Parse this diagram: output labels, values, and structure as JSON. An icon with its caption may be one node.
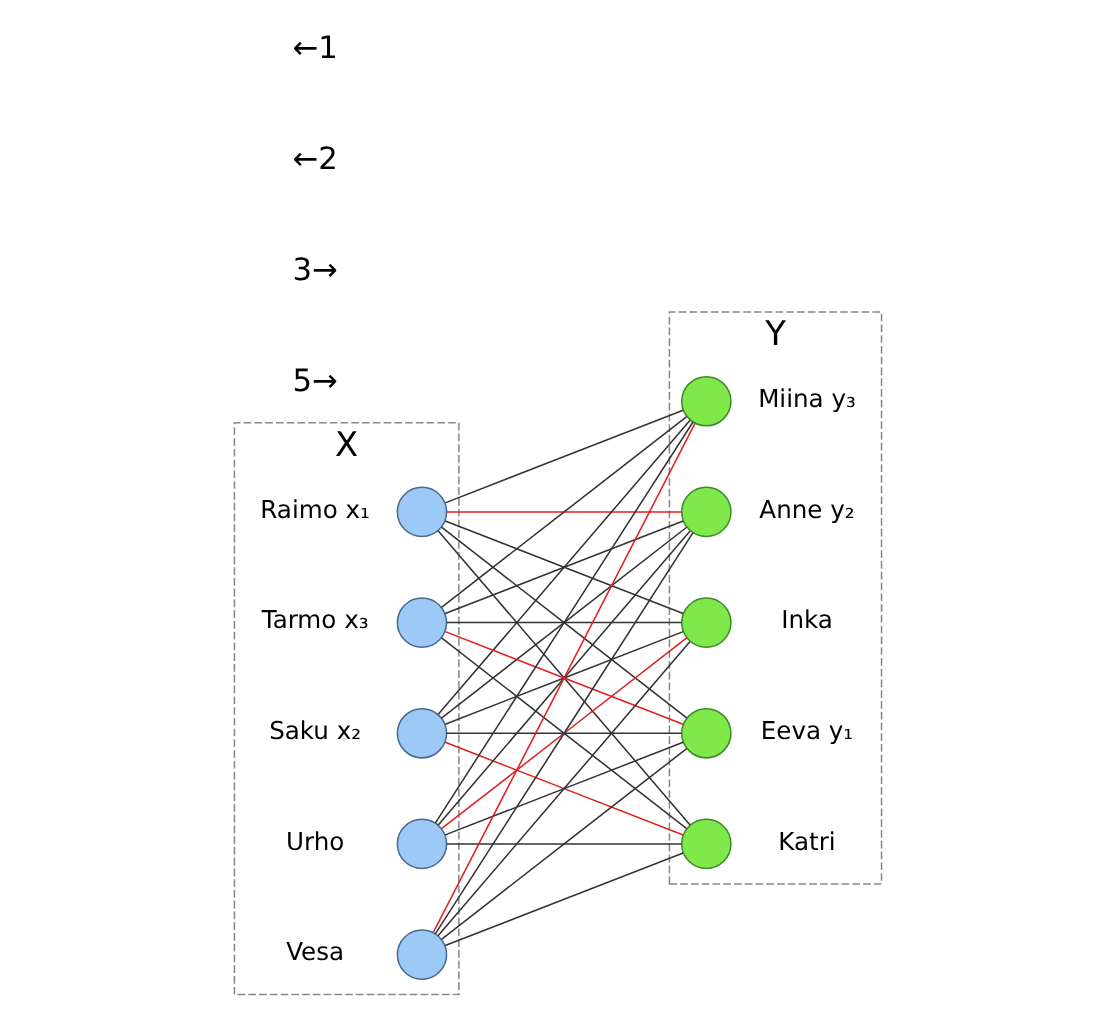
{
  "diagram": {
    "nodes": [
      {
        "text": [
          "X"
        ]
      },
      {
        "text": [],
        "shape": "circle",
        "in": 0,
        "beside": [
          "Raimo",
          "x₁"
        ]
      },
      {
        "text": [],
        "shape": "circle",
        "in": 0,
        "beside": [
          "Saku",
          "x₂"
        ]
      },
      {
        "text": [],
        "shape": "circle",
        "in": 0,
        "beside": [
          "Tarmo",
          "x₃"
        ]
      },
      {
        "text": [],
        "shape": "circle",
        "in": 0,
        "beside": [
          "Urho"
        ]
      },
      {
        "text": [],
        "shape": "circle",
        "in": 0,
        "beside": [
          "Vesa"
        ]
      },
      {
        "text": [
          "Y"
        ]
      },
      {
        "text": [],
        "shape": "circle",
        "in": 6,
        "beside": [
          "Eeva",
          "y₁"
        ]
      },
      {
        "text": [],
        "shape": "circle",
        "in": 6,
        "beside": [
          "Anne",
          "y₂"
        ]
      },
      {
        "text": [],
        "shape": "circle",
        "in": 6,
        "beside": [
          "Miina",
          "y₃"
        ]
      },
      {
        "text": [],
        "shape": "circle",
        "in": 6,
        "beside": [
          "Inka"
        ]
      },
      {
        "text": [],
        "shape": "circle",
        "in": 6,
        "beside": [
          "Katri"
        ]
      }
    ],
    "edges": [
      {
        "from": 1,
        "to": 7,
        "arrow": "none"
      },
      {
        "from": 1,
        "to": 8,
        "arrow": "none",
        "color": "#e02020"
      },
      {
        "from": 1,
        "to": 9,
        "arrow": "none"
      },
      {
        "from": 1,
        "to": 10,
        "arrow": "none"
      },
      {
        "from": 1,
        "to": 11,
        "arrow": "none"
      },
      {
        "from": 2,
        "to": 7,
        "arrow": "none"
      },
      {
        "from": 2,
        "to": 8,
        "arrow": "none"
      },
      {
        "from": 2,
        "to": 9,
        "arrow": "none"
      },
      {
        "from": 2,
        "to": 10,
        "arrow": "none"
      },
      {
        "from": 2,
        "to": 11,
        "arrow": "none",
        "color": "#e02020"
      },
      {
        "from": 3,
        "to": 7,
        "arrow": "none",
        "color": "#e02020"
      },
      {
        "from": 3,
        "to": 8,
        "arrow": "none"
      },
      {
        "from": 3,
        "to": 9,
        "arrow": "none"
      },
      {
        "from": 3,
        "to": 10,
        "arrow": "none"
      },
      {
        "from": 3,
        "to": 11,
        "arrow": "none"
      },
      {
        "from": 4,
        "to": 7,
        "arrow": "none"
      },
      {
        "from": 4,
        "to": 8,
        "arrow": "none"
      },
      {
        "from": 4,
        "to": 9,
        "arrow": "none"
      },
      {
        "from": 4,
        "to": 10,
        "arrow": "none",
        "color": "#e02020"
      },
      {
        "from": 4,
        "to": 11,
        "arrow": "none"
      },
      {
        "from": 5,
        "to": 7,
        "arrow": "none"
      },
      {
        "from": 5,
        "to": 8,
        "arrow": "none"
      },
      {
        "from": 5,
        "to": 9,
        "arrow": "none",
        "color": "#e02020"
      },
      {
        "from": 5,
        "to": 10,
        "arrow": "none"
      },
      {
        "from": 5,
        "to": 11,
        "arrow": "none"
      }
    ],
    "labels": [
      "5→",
      "3→",
      "←2",
      "←1"
    ]
  }
}
